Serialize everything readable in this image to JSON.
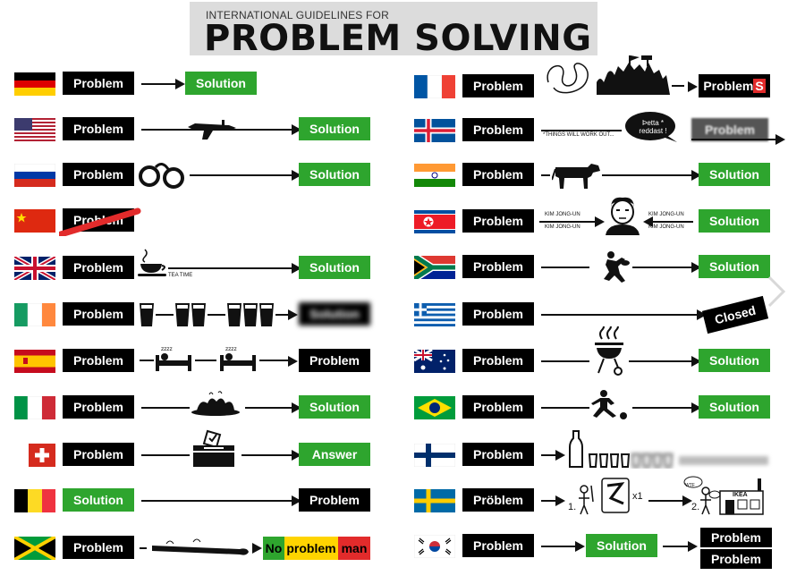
{
  "header": {
    "subtitle": "INTERNATIONAL GUIDELINES FOR",
    "title": "PROBLEM SOLVING"
  },
  "labels": {
    "problem": "Problem",
    "solution": "Solution",
    "answer": "Answer",
    "closed": "Closed",
    "problems": "Problem",
    "problems_s": "S",
    "problem_blur": "Problem",
    "solution_blur": "Solution",
    "proeblem": "Pröblem",
    "no": "No",
    "problemword": "problem",
    "man": "man",
    "tea_time": "TEA TIME",
    "things_work_out": "*THINGS WILL WORK OUT...",
    "petta": "Þetta * reddast !",
    "kim": "KIM JONG-UN",
    "step1": "1.",
    "step2": "2.",
    "x1": "x1",
    "wtf": "WTF",
    "ikea": "IKEA"
  },
  "countries": {
    "left": [
      "germany",
      "usa",
      "russia",
      "china",
      "uk",
      "ireland",
      "spain",
      "italy",
      "switzerland",
      "belgium",
      "jamaica"
    ],
    "right": [
      "france",
      "iceland",
      "india",
      "north-korea",
      "south-africa",
      "greece",
      "australia",
      "brazil",
      "finland",
      "sweden",
      "south-korea"
    ]
  },
  "colors": {
    "green": "#2ea52e",
    "black": "#000000",
    "red": "#e22b2b",
    "yellow": "#ffd400"
  }
}
